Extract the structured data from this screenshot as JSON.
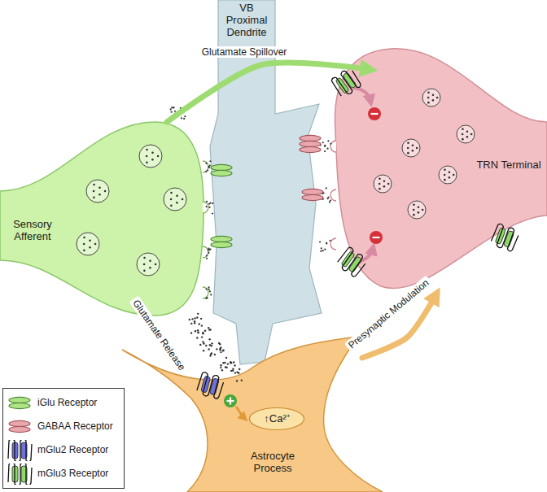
{
  "diagram": {
    "nodes": [
      {
        "text": [
          "Sensory Afferent"
        ]
      },
      {
        "text": [
          "VB Proximal Dendrite"
        ]
      },
      {
        "text": [
          "TRN Terminal"
        ]
      },
      {
        "text": [
          "Astrocyte Process"
        ]
      },
      {
        "text": [
          "↑Ca²⁺"
        ],
        "in": 3
      }
    ],
    "edges": [
      {
        "from": 0,
        "to": 2,
        "arrow": "to",
        "label": "Glutamate Spillover"
      },
      {
        "from": 3,
        "to": 2,
        "arrow": "to",
        "label": "Presynaptic Modulation"
      }
    ],
    "labels": [
      "Glutamate Release"
    ],
    "legend": [
      {
        "text": "iGlu Receptor"
      },
      {
        "text": "GABAA Receptor"
      },
      {
        "text": "mGlu2 Receptor"
      },
      {
        "text": "mGlu3 Receptor"
      }
    ]
  }
}
